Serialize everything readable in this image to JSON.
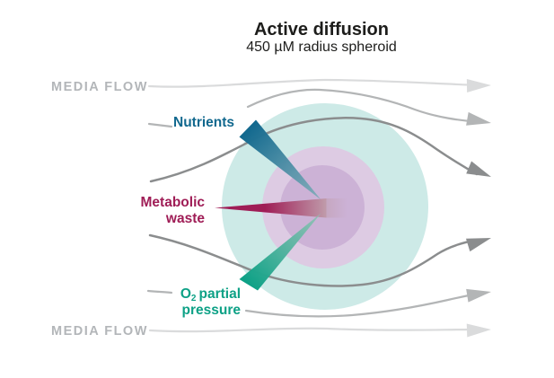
{
  "header": {
    "title": "Active diffusion",
    "subtitle": "450 µM radius spheroid"
  },
  "media_flow": {
    "top_label": "MEDIA FLOW",
    "bottom_label": "MEDIA FLOW"
  },
  "labels": {
    "nutrients": "Nutrients",
    "metabolic_line1": "Metabolic",
    "metabolic_line2": "waste",
    "o2_prefix": "O",
    "o2_subscript": "2",
    "o2_rest": "partial",
    "o2_line2": "pressure"
  },
  "colors": {
    "nutrients_teal": "#11688e",
    "nutrients_teal_fade": "#7eadb8",
    "waste_crimson": "#9f1d56",
    "waste_crimson_fade": "#c09cab",
    "o2_green": "#0da186",
    "o2_green_fade": "#8fc2b3",
    "spheroid_outer": "#cdeae7",
    "spheroid_mid": "#ddcbe3",
    "spheroid_core": "#ccb2d6",
    "flow_light": "#dadbdc",
    "flow_medium": "#b3b5b6",
    "flow_dark": "#8b8d8e",
    "media_flow_text": "#b3b6b9",
    "title_text": "#1d1d1b"
  }
}
